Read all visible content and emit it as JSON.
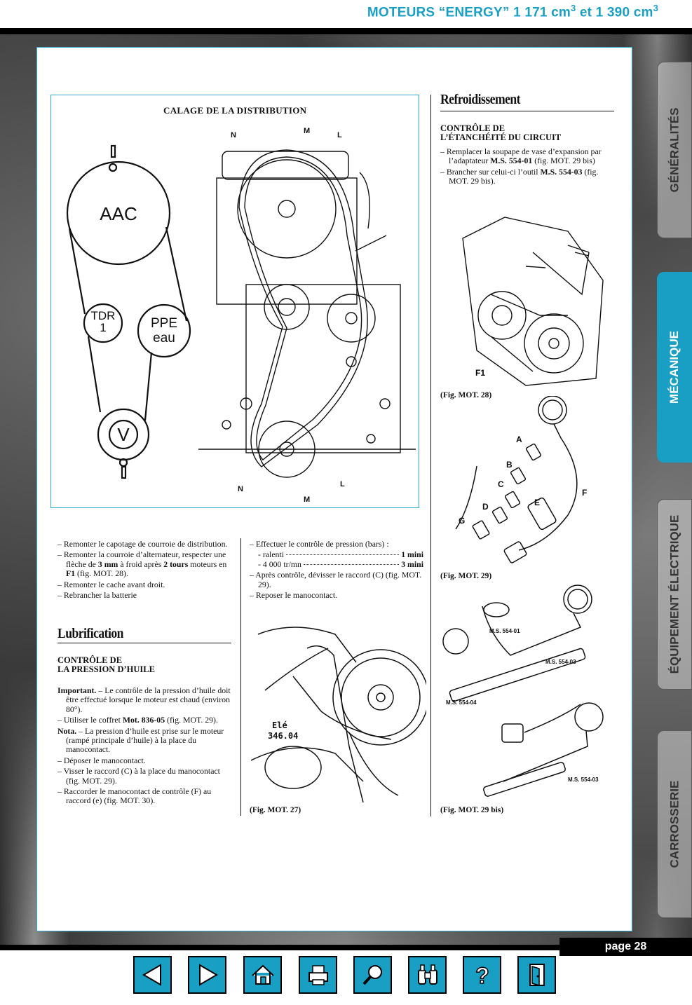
{
  "header": {
    "title": "MOTEURS “ENERGY” 1 171 cm",
    "sup1": "3",
    "title_mid": " et 1 390 cm",
    "sup2": "3"
  },
  "tabs": [
    {
      "label": "GÉNÉRALITÉS"
    },
    {
      "label": "MÉCANIQUE"
    },
    {
      "label": "ÉQUIPEMENT ÉLECTRIQUE"
    },
    {
      "label": "CARROSSERIE"
    }
  ],
  "timing_figure": {
    "title": "CALAGE DE LA DISTRIBUTION",
    "labels": {
      "aac": "AAC",
      "tdr": "TDR",
      "tdr_num": "1",
      "ppe": "PPE",
      "eau": "eau",
      "v": "V",
      "n": "N",
      "m": "M",
      "l": "L"
    }
  },
  "left_col": {
    "items": [
      "– Remonter le capotage de courroie de distribution.",
      "– Remonter la courroie d’alternateur, respecter une flèche de ",
      "– Remonter le cache avant droit.",
      "– Rebrancher la batterie"
    ],
    "item2_b1": "3 mm",
    "item2_t2": " à froid après ",
    "item2_b2": "2 tours",
    "item2_t3": " moteurs en ",
    "item2_b3": "F1",
    "item2_t4": " (fig. MOT. 28).",
    "section": "Lubrification",
    "sub": [
      "CONTRÔLE DE",
      "LA PRESSION D’HUILE"
    ],
    "important_label": "Important.",
    "important_text": " – Le contrôle de la pression d’huile doit être effectué lorsque le moteur est chaud (environ 80°).",
    "coffret_pre": "– Utiliser le coffret ",
    "coffret_b": "Mot. 836-05",
    "coffret_post": " (fig. MOT. 29).",
    "nota_label": "Nota.",
    "nota_text": " – La pression d’huile est prise sur le moteur (rampé principale d’huile) à la place du manocontact.",
    "rest": [
      "– Déposer le manocontact.",
      "– Visser le raccord (C) à la place du manocontact (fig. MOT. 29).",
      "– Raccorder le manocontact de contrôle (F) au raccord (e) (fig. MOT. 30)."
    ]
  },
  "mid_col": {
    "intro": "– Effectuer le contrôle de pression (bars) :",
    "row1_label": "- ralenti",
    "row1_value": "1 mini",
    "row2_label": "- 4 000 tr/mn",
    "row2_value": "3 mini",
    "items": [
      "– Après contrôle, dévisser le raccord (C) (fig. MOT. 29).",
      "– Reposer le manocontact."
    ],
    "fig_label": "Elé",
    "fig_label2": "346.04",
    "caption": "(Fig. MOT. 27)"
  },
  "right_col": {
    "section": "Refroidissement",
    "sub": [
      "CONTRÔLE DE",
      "L’ÉTANCHÉITÉ DU CIRCUIT"
    ],
    "item1_pre": "– Remplacer la soupape de vase d’expansion par l’adaptateur ",
    "item1_b": "M.S. 554-01",
    "item1_post": " (fig. MOT. 29 bis)",
    "item2_pre": "– Brancher sur celui-ci l’outil ",
    "item2_b": "M.S. 554-03",
    "item2_post": " (fig. MOT. 29 bis).",
    "f1": "F1",
    "cap28": "(Fig. MOT. 28)",
    "fig29_letters": [
      "A",
      "B",
      "C",
      "D",
      "E",
      "F",
      "G"
    ],
    "cap29": "(Fig. MOT. 29)",
    "ms1": "M.S. 554-01",
    "ms3": "M.S. 554-03",
    "ms4": "M.S. 554-04",
    "ms3b": "M.S. 554-03",
    "cap29bis": "(Fig. MOT. 29 bis)"
  },
  "footer": {
    "page": "page 28"
  },
  "nav_icons": [
    "prev-arrow-icon",
    "next-arrow-icon",
    "home-icon",
    "print-icon",
    "search-magnifier-icon",
    "binoculars-icon",
    "help-question-icon",
    "exit-door-icon"
  ]
}
